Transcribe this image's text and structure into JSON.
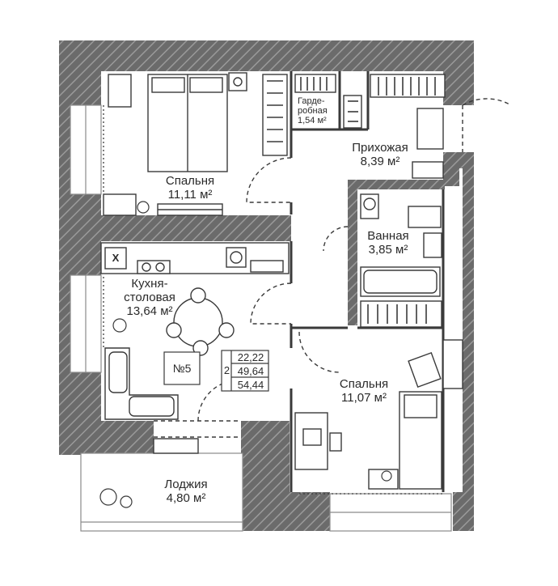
{
  "rooms": {
    "bedroom1": {
      "name": "Спальня",
      "area": "11,11 м²"
    },
    "wardrobe": {
      "name_line1": "Гарде-",
      "name_line2": "робная",
      "area": "1,54 м²"
    },
    "hallway": {
      "name": "Прихожая",
      "area": "8,39 м²"
    },
    "bathroom": {
      "name": "Ванная",
      "area": "3,85 м²"
    },
    "kitchen": {
      "name_line1": "Кухня-",
      "name_line2": "столовая",
      "area": "13,64 м²"
    },
    "bedroom2": {
      "name": "Спальня",
      "area": "11,07 м²"
    },
    "loggia": {
      "name": "Лоджия",
      "area": "4,80 м²"
    }
  },
  "apartment": {
    "number": "№5",
    "rooms_count": "2",
    "living_area": "22,22",
    "total_area": "49,64",
    "total_with_loggia": "54,44"
  },
  "icons": {
    "stove_mark": "X"
  },
  "colors": {
    "wall": "#5a5a5a",
    "hatch": "#8c8c8c",
    "furniture": "#3a3a3a"
  }
}
